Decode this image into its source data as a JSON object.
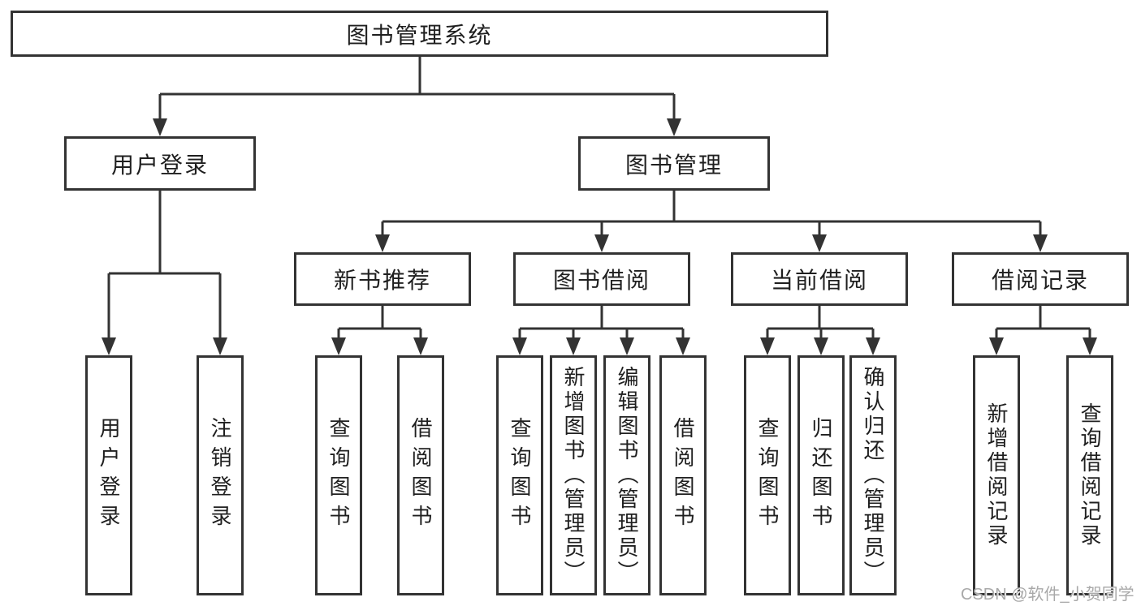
{
  "tree": {
    "label": "图书管理系统",
    "children": [
      {
        "label": "用户登录",
        "children": [
          {
            "label": "用户登录"
          },
          {
            "label": "注销登录"
          }
        ]
      },
      {
        "label": "图书管理",
        "children": [
          {
            "label": "新书推荐",
            "children": [
              {
                "label": "查询图书"
              },
              {
                "label": "借阅图书"
              }
            ]
          },
          {
            "label": "图书借阅",
            "children": [
              {
                "label": "查询图书"
              },
              {
                "label": "新增图书（管理员）"
              },
              {
                "label": "编辑图书（管理员）"
              },
              {
                "label": "借阅图书"
              }
            ]
          },
          {
            "label": "当前借阅",
            "children": [
              {
                "label": "查询图书"
              },
              {
                "label": "归还图书"
              },
              {
                "label": "确认归还（管理员）"
              }
            ]
          },
          {
            "label": "借阅记录",
            "children": [
              {
                "label": "新增借阅记录"
              },
              {
                "label": "查询借阅记录"
              }
            ]
          }
        ]
      }
    ]
  },
  "watermark": {
    "text": "CSDN @软件_小贺同学"
  },
  "colors": {
    "line": "#333333",
    "text": "#1f1f1f",
    "watermark": "#a9a9a9",
    "background": "#ffffff"
  }
}
